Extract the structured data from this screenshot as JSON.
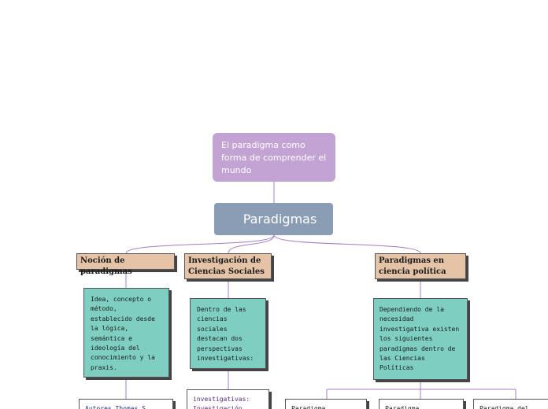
{
  "nodes": {
    "root_subtopic": "El paradigma como forma de comprender el mundo",
    "central": "Paradigmas",
    "topic_nocion": "Noción de paradigmas",
    "topic_investigacion": "Investigación de Ciencias Sociales",
    "topic_ciencia_politica": "Paradigmas en ciencia política",
    "detail_nocion": "Idea, concepto o método, establecido desde la lógica, semántica e ideología del conocimiento y la praxis.",
    "detail_investigacion": "Dentro de las ciencias sociales destacan dos perspectivas investigativas:",
    "detail_ciencia_politica": "Dependiendo de la necesidad investigativa existen los siguientes paradigmas dentro de las Ciencias Políticas",
    "sub_nocion_autores": "Autores Thomas S.",
    "sub_investigacion": "investigativas: Investigación",
    "sub_cp_1": "Paradigma",
    "sub_cp_2": "Paradigma",
    "sub_cp_3": "Paradigma del"
  },
  "colors": {
    "purple": "#c3a3d3",
    "central": "#8b9db5",
    "topic": "#e5c3a7",
    "detail": "#7ecfc2",
    "link": "#a57cc4"
  }
}
